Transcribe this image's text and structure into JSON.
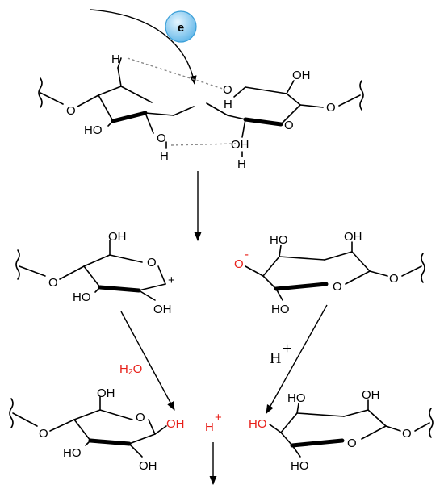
{
  "colors": {
    "accent_red": "#e8201a",
    "electron_fill": "#8fd0f2",
    "electron_edge": "#3a9fd8"
  },
  "electron": {
    "label": "e"
  },
  "top": {
    "left_ring": {
      "oh_bottom": "HO",
      "h_top": "H",
      "h_bottom": "H"
    },
    "bridge": {
      "o": "O"
    },
    "right_ring": {
      "oh_top": "OH",
      "h_left": "H",
      "oh_bottom": "OH",
      "h_bottom": "H"
    },
    "chain_o_left": "O",
    "chain_o_right": "O"
  },
  "middle": {
    "left": {
      "oh_top": "OH",
      "ring_o": "O",
      "charge": "+",
      "ho": "HO",
      "oh_bottom": "OH",
      "chain_o": "O"
    },
    "right": {
      "o_minus": "O",
      "minus": "-",
      "ho_top": "HO",
      "oh_top": "OH",
      "ring_o": "O",
      "chain_o": "O",
      "ho_bottom": "HO"
    }
  },
  "reagents": {
    "water": "H₂O",
    "proton_mid": "H",
    "proton_mid_sup": "+",
    "proton_low": "H",
    "proton_low_sup": "+"
  },
  "bottom": {
    "left": {
      "oh_top": "OH",
      "ring_o": "O",
      "oh_red": "OH",
      "ho": "HO",
      "oh_bottom": "OH",
      "chain_o": "O"
    },
    "right": {
      "ho_red": "HO",
      "ho_top": "HO",
      "oh_top": "OH",
      "ring_o": "O",
      "chain_o": "O",
      "ho_bottom": "HO"
    }
  }
}
